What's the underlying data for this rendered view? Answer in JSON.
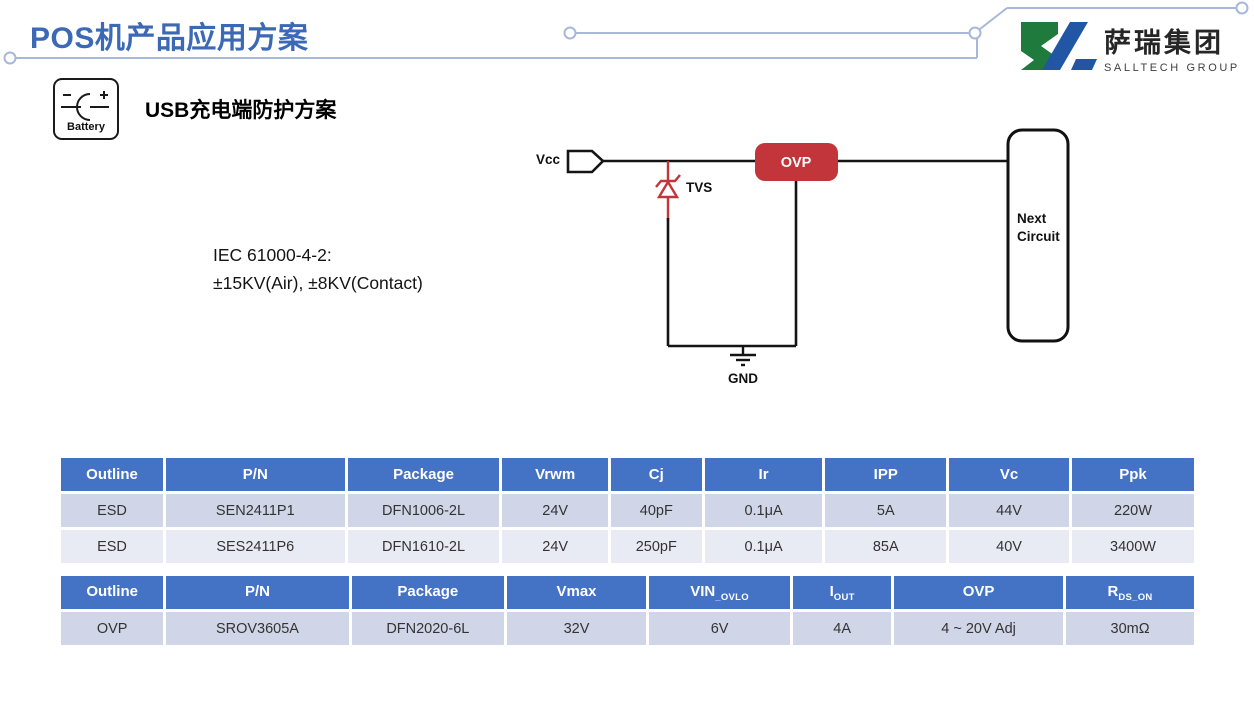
{
  "page": {
    "title": "POS机产品应用方案"
  },
  "logo": {
    "name_cn": "萨瑞集团",
    "name_en": "SALLTECH GROUP",
    "green": "#1e7b3d",
    "blue": "#2156a5"
  },
  "section": {
    "battery_label": "Battery",
    "heading_prefix": "USB",
    "heading_rest": "充电端防护方案"
  },
  "standard": {
    "line1": "IEC 61000-4-2:",
    "line2": "±15KV(Air), ±8KV(Contact)"
  },
  "circuit": {
    "vcc_label": "Vcc",
    "tvs_label": "TVS",
    "ovp_label": "OVP",
    "gnd_label": "GND",
    "next_line1": "Next",
    "next_line2": "Circuit",
    "accent_red": "#c2353a",
    "line_black": "#141414"
  },
  "colors": {
    "title_blue": "#3c69b5",
    "table_header_bg": "#4472c4",
    "row_dark": "#d0d6e8",
    "row_light": "#e9ebf4",
    "trace_blue": "#a9b7da"
  },
  "tables": {
    "esd": {
      "headers": [
        "Outline",
        "P/N",
        "Package",
        "Vrwm",
        "Cj",
        "Ir",
        "IPP",
        "Vc",
        "Ppk"
      ],
      "rows": [
        [
          "ESD",
          "SEN2411P1",
          "DFN1006-2L",
          "24V",
          "40pF",
          "0.1μA",
          "5A",
          "44V",
          "220W"
        ],
        [
          "ESD",
          "SES2411P6",
          "DFN1610-2L",
          "24V",
          "250pF",
          "0.1μA",
          "85A",
          "40V",
          "3400W"
        ]
      ]
    },
    "ovp": {
      "headers": [
        {
          "base": "Outline",
          "sub": ""
        },
        {
          "base": "P/N",
          "sub": ""
        },
        {
          "base": "Package",
          "sub": ""
        },
        {
          "base": "Vmax",
          "sub": ""
        },
        {
          "base": "VIN",
          "sub": "_OVLO"
        },
        {
          "base": "I",
          "sub": "OUT"
        },
        {
          "base": "OVP",
          "sub": ""
        },
        {
          "base": "R",
          "sub": "DS_ON"
        }
      ],
      "rows": [
        [
          "OVP",
          "SROV3605A",
          "DFN2020-6L",
          "32V",
          "6V",
          "4A",
          "4 ~ 20V Adj",
          "30mΩ"
        ]
      ]
    }
  }
}
